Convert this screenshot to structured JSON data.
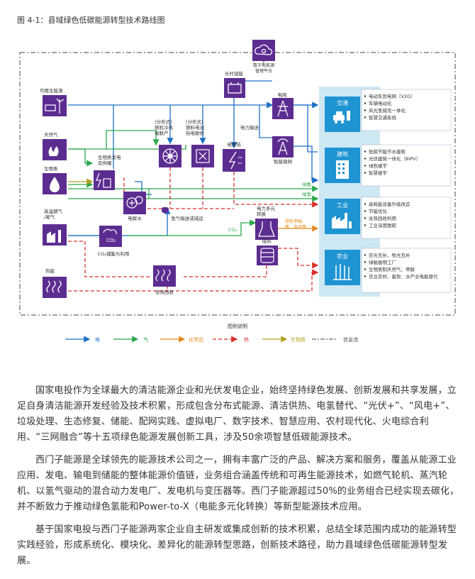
{
  "figure_title": "图 4-1：县域绿色低碳能源转型技术路线图",
  "nodes": {
    "platform": "数字化能源\n管理平台",
    "storage": "长时储能",
    "grid": "电网",
    "smart_grid": "智能微网",
    "power_transmission": "电力输送",
    "renewables": "可再生能源",
    "natural_gas": "天然气",
    "biomass": "生物质",
    "flue_gas": "高温烟气\n/尾气",
    "waste_heat_source": "热能",
    "bio_power": "生物质发电\n及供暖",
    "dist_gas": "(分布式)\n燃机冷热\n电联产",
    "dist_fc": "(分布式)\n燃料电池\n热电联供",
    "electrolysis": "电解水",
    "h2_transport": "氢气输送或储运",
    "electrothermal": "电转热",
    "ptx": "电力多元\n转换",
    "ccus": "CO₂捕集与利用",
    "heat_recovery": "余热回收",
    "heat_storage": "储热",
    "co2_label": "CO₂",
    "green_ammonia": "绿氨",
    "green_hydrogen": "绿氢",
    "ptx_products": "绿色甲醇、\n氨、食品等"
  },
  "sectors": [
    {
      "name": "交通",
      "items": [
        "电动车到电网（V2G）",
        "车辆电动化",
        "风光氢储充一体化",
        "智慧交通系统"
      ]
    },
    {
      "name": "建筑",
      "items": [
        "低碳节能节水建筑",
        "光伏建筑一体化（BIPV）",
        "绿色楼宇",
        "智慧楼宇"
      ]
    },
    {
      "name": "工业",
      "items": [
        "高耗能设备升级改造",
        "节能优化",
        "余热回收利用",
        "工业深度脱碳"
      ]
    },
    {
      "name": "农业",
      "items": [
        "农光互补、牧光互补",
        "绿能植物工厂",
        "生物质制天然气、甲醇",
        "农业农村、畜牧、水产业电能替代"
      ]
    }
  ],
  "legend": {
    "title": "图例说明",
    "items": [
      {
        "label": "电",
        "color": "#1d6fc7"
      },
      {
        "label": "气",
        "color": "#2ba84a"
      },
      {
        "label": "化学品",
        "color": "#e58a1f"
      },
      {
        "label": "热",
        "color": "#d9312b"
      },
      {
        "label": "生物质",
        "color": "#b0a020"
      },
      {
        "label": "信息流",
        "color": "#444444"
      }
    ]
  },
  "colors": {
    "purple": "#5c2d91",
    "sector_bg": "#cde8f3",
    "sector_header": "#1f94d2",
    "elec": "#1d6fc7",
    "gas": "#2ba84a",
    "chem": "#e58a1f",
    "heat": "#d9312b",
    "bio": "#b0a020",
    "info": "#444444"
  },
  "paragraphs": [
    "国家电投作为全球最大的清洁能源企业和光伏发电企业，始终坚持绿色发展、创新发展和共享发展，立足自身清洁能源开发经验及技术积累，形成包含分布式能源、清洁供热、电氢替代、“光伏+”、“风电+”、垃圾处理、生态修复、储能、配网实践、虚拟电厂、数字技术、智慧应用、农村现代化、火电综合利用、“三网融合”等十五项绿色能源发展创新工具，涉及50余项智慧低碳能源技术。",
    "西门子能源是全球领先的能源技术公司之一，拥有丰富广泛的产品、解决方案和服务，覆盖从能源工业应用、发电、输电到储能的整体能源价值链，业务组合涵盖传统和可再生能源技术，如燃气轮机、蒸汽轮机、以氢气驱动的混合动力发电厂、发电机与变压器等。西门子能源超过50%的业务组合已经实现去碳化，并不断致力于推动绿色氢能和Power-to-X（电能多元化转换）等新型能源技术应用。",
    "基于国家电投与西门子能源两家企业自主研发或集成创新的技术积累，总结全球范围内成功的能源转型实践经验，形成系统化、模块化、差异化的能源转型思路，创新技术路径，助力县域绿色低碳能源转型发展。"
  ]
}
